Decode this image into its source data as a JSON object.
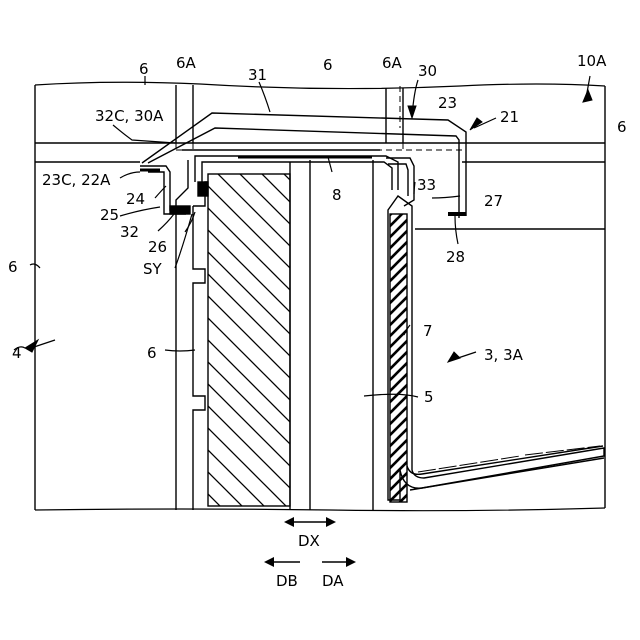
{
  "labels": {
    "l_6_top_left": "6",
    "l_6A_left": "6A",
    "l_6_top_mid": "6",
    "l_6A_right": "6A",
    "l_31": "31",
    "l_30": "30",
    "l_10A": "10A",
    "l_23": "23",
    "l_21": "21",
    "l_6_right": "6",
    "l_32C_30A": "32C, 30A",
    "l_23C_22A": "23C, 22A",
    "l_24": "24",
    "l_25": "25",
    "l_32": "32",
    "l_26": "26",
    "l_SY": "SY",
    "l_8": "8",
    "l_33": "33",
    "l_27": "27",
    "l_28": "28",
    "l_6_left": "6",
    "l_4": "4",
    "l_6_mid": "6",
    "l_7": "7",
    "l_3_3A": "3, 3A",
    "l_5": "5",
    "l_DX": "DX",
    "l_DB": "DB",
    "l_DA": "DA"
  }
}
